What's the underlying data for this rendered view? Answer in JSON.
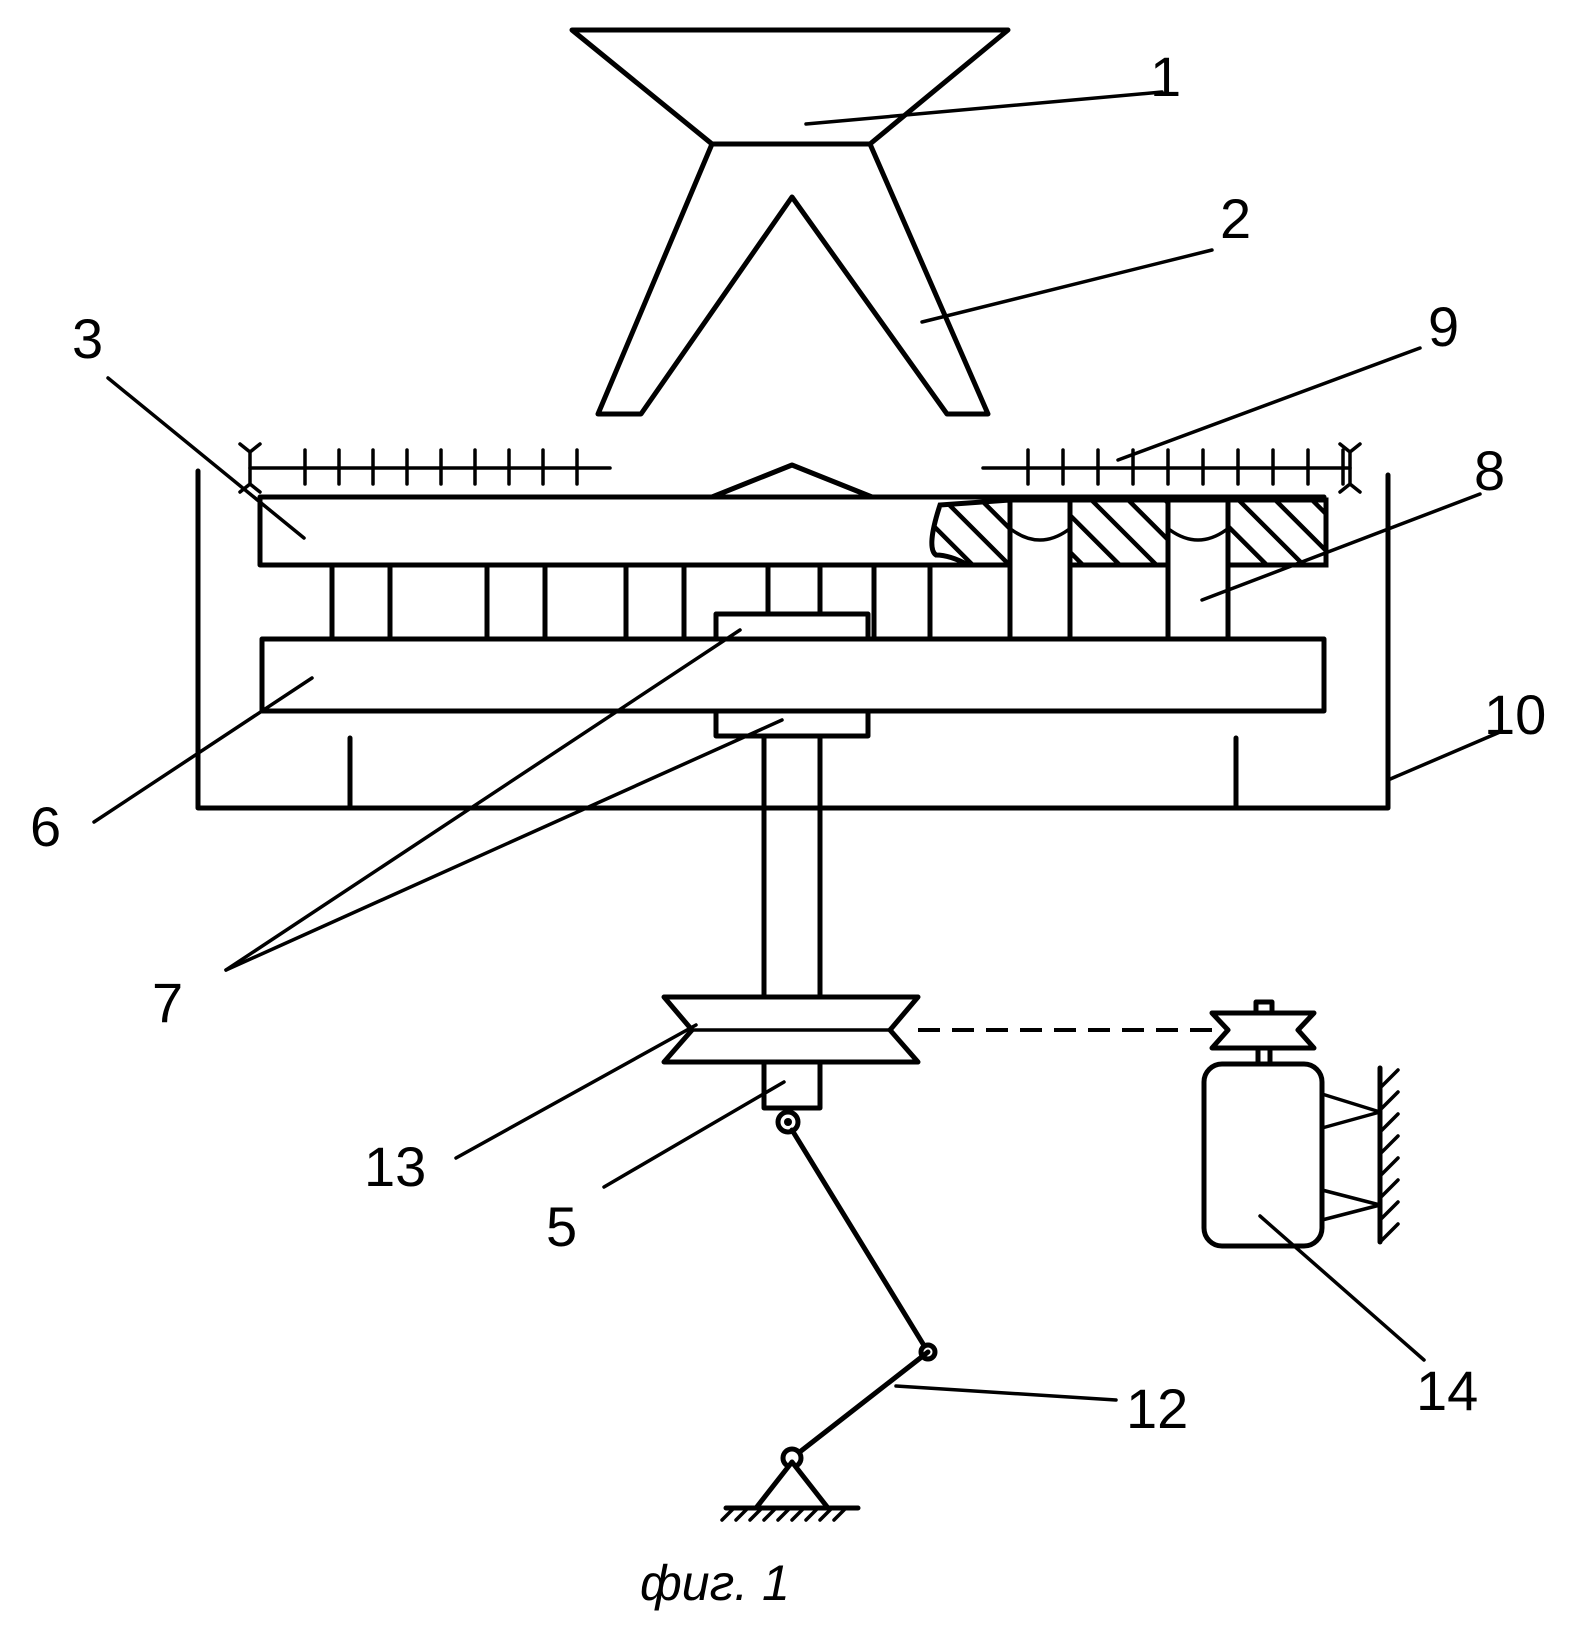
{
  "figure": {
    "caption": "фиг. 1",
    "labels": {
      "l1": "1",
      "l2": "2",
      "l3": "3",
      "l5": "5",
      "l6": "6",
      "l7": "7",
      "l8": "8",
      "l9": "9",
      "l10": "10",
      "l12": "12",
      "l13": "13",
      "l14": "14"
    }
  },
  "components": [
    {
      "id": "1",
      "part": "hopper"
    },
    {
      "id": "2",
      "part": "split-chute"
    },
    {
      "id": "3",
      "part": "upper-disk"
    },
    {
      "id": "5",
      "part": "shaft"
    },
    {
      "id": "6",
      "part": "lower-disk"
    },
    {
      "id": "7",
      "part": "hub-bearings"
    },
    {
      "id": "8",
      "part": "pocket-cells"
    },
    {
      "id": "9",
      "part": "scale-bar"
    },
    {
      "id": "10",
      "part": "housing"
    },
    {
      "id": "12",
      "part": "lever-linkage"
    },
    {
      "id": "13",
      "part": "pulley"
    },
    {
      "id": "14",
      "part": "motor"
    }
  ]
}
